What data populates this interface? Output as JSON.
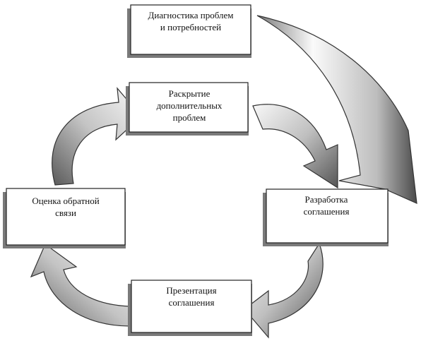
{
  "boxes": {
    "diagnostics": {
      "line1": "Диагностика проблем",
      "line2": "и потребностей"
    },
    "disclosure": {
      "line1": "Раскрытие",
      "line2": "дополнительных",
      "line3": "проблем"
    },
    "development": {
      "line1": "Разработка",
      "line2": "соглашения"
    },
    "presentation": {
      "line1": "Презентация",
      "line2": "соглашения"
    },
    "feedback": {
      "line1": "Оценка обратной",
      "line2": "связи"
    }
  },
  "colors": {
    "box_border": "#222222",
    "box_shadow": "#7a7a7a",
    "arrow_light": "#f4f4f4",
    "arrow_dark": "#555555"
  }
}
